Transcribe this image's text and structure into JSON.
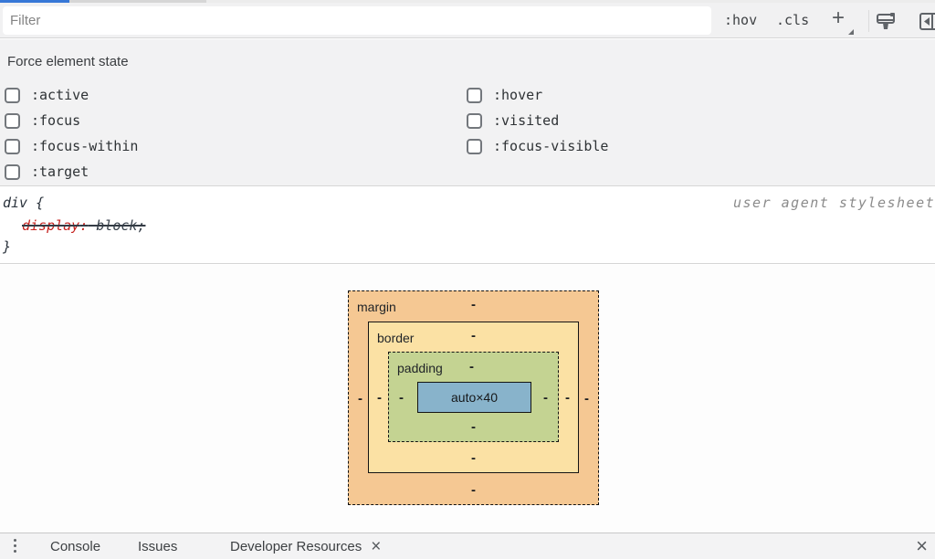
{
  "styles_toolbar": {
    "filter_placeholder": "Filter",
    "hov_label": ":hov",
    "cls_label": ".cls",
    "plus_label": "+",
    "icons": {
      "brush": "paint-brush-icon",
      "sidebar_toggle": "sidebar-toggle-icon"
    }
  },
  "force_element_state": {
    "title": "Force element state",
    "left_column": [
      ":active",
      ":focus",
      ":focus-within",
      ":target"
    ],
    "right_column": [
      ":hover",
      ":visited",
      ":focus-visible"
    ],
    "all_unchecked": true
  },
  "css_rule": {
    "selector": "div {",
    "property": "display",
    "colon": ":",
    "value": " block;",
    "closing": "}",
    "origin": "user agent stylesheet",
    "overridden": true,
    "property_color": "#c5221f"
  },
  "box_model": {
    "dash": "-",
    "margin_label": "margin",
    "border_label": "border",
    "padding_label": "padding",
    "content_label": "auto×40",
    "colors": {
      "margin": "#f5c893",
      "border": "#fbe1a4",
      "padding": "#c4d392",
      "content": "#88b3cb"
    }
  },
  "drawer": {
    "tabs": [
      {
        "label": "Console",
        "closable": false
      },
      {
        "label": "Issues",
        "closable": false
      },
      {
        "label": "Developer Resources",
        "closable": true
      }
    ],
    "close_glyph": "×"
  },
  "accent": {
    "tab_indicator_blue": "#3778d7",
    "toolbar_bg": "#f1f1f2",
    "section_bg": "#f2f2f3"
  }
}
